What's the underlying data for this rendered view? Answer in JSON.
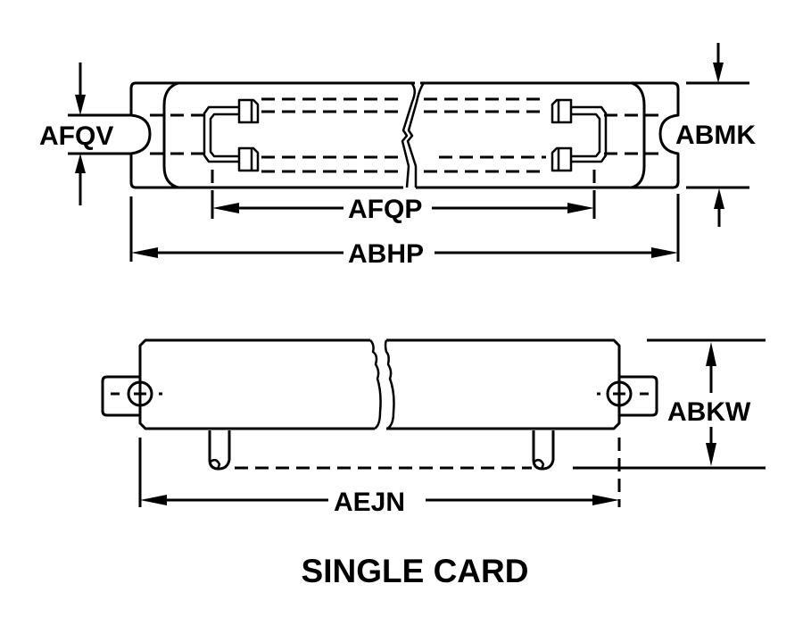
{
  "diagram": {
    "title": "SINGLE CARD",
    "top_view": {
      "dimensions": {
        "slot_width": "AFQV",
        "end_notch_width": "ABMK",
        "latch_span": "AFQP",
        "overall_length": "ABHP"
      }
    },
    "side_view": {
      "dimensions": {
        "height": "ABKW",
        "pin_span": "AEJN"
      },
      "fastener_symbol": "+"
    },
    "colors": {
      "line": "#000000",
      "background": "#ffffff"
    }
  }
}
